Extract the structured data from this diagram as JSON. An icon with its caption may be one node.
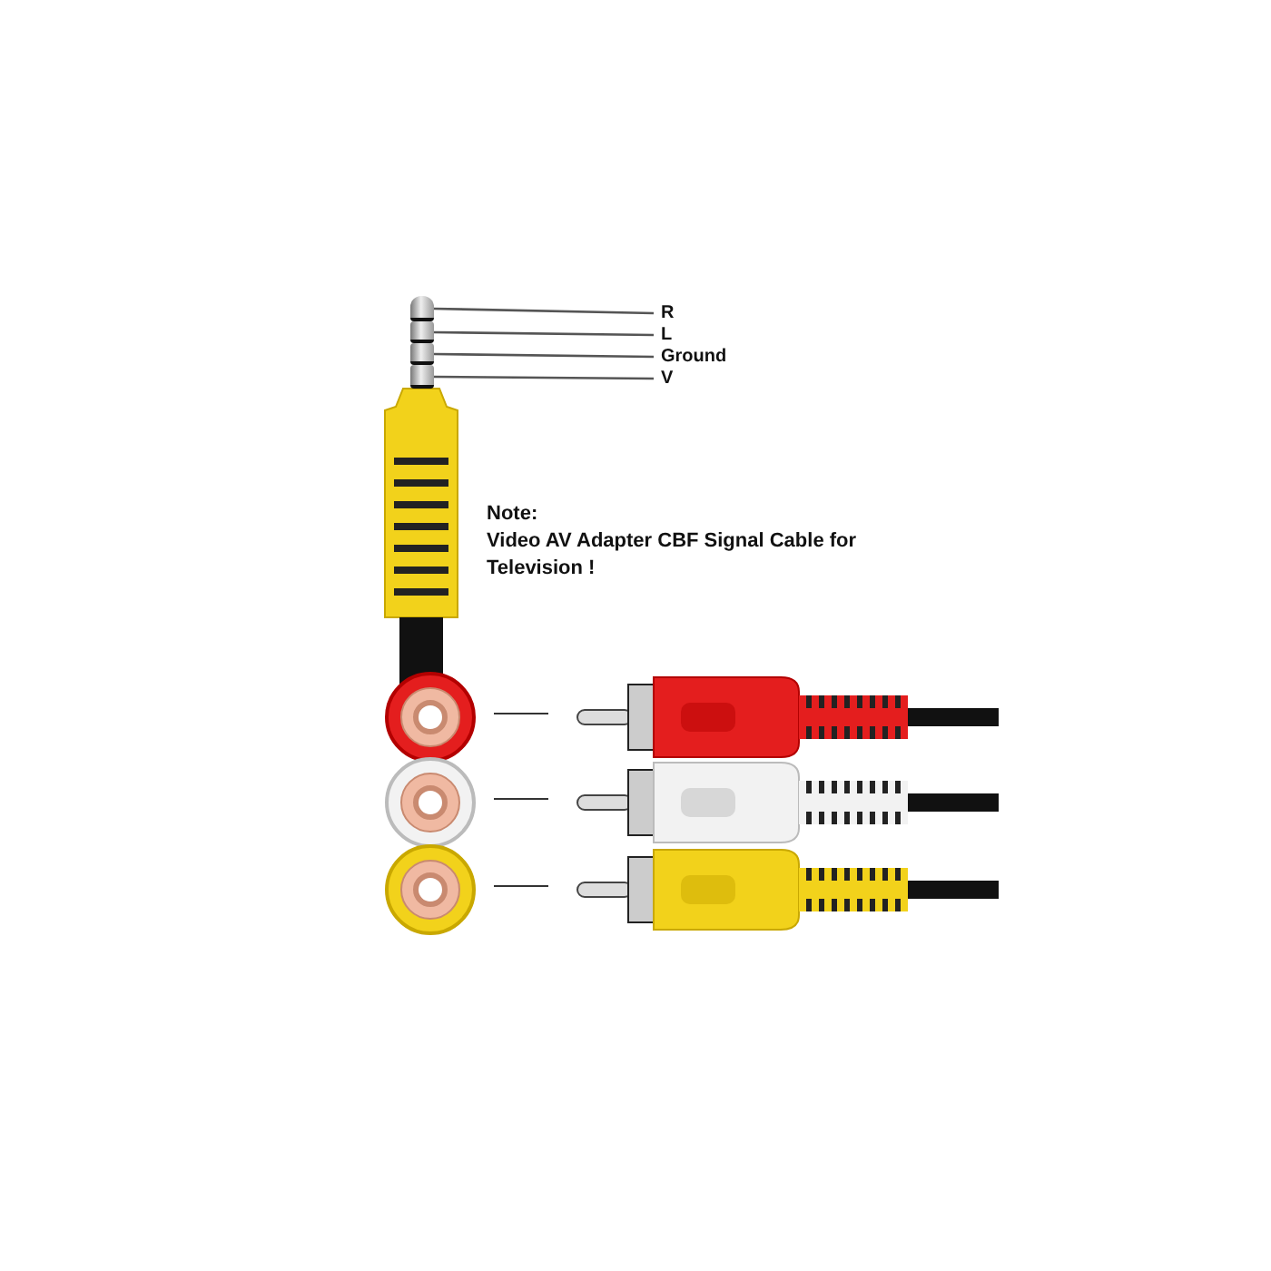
{
  "diagram": {
    "nodes": [
      {
        "text": [
          "R"
        ]
      },
      {
        "text": [
          "L"
        ]
      },
      {
        "text": [
          "Ground"
        ]
      },
      {
        "text": [
          "V"
        ]
      },
      {
        "text": [],
        "shape": "bar"
      },
      {
        "text": [],
        "shape": "bar"
      },
      {
        "text": [],
        "shape": "bar"
      },
      {
        "text": [],
        "shape": "bar"
      }
    ],
    "edges": [
      {
        "from": 0,
        "to": 4,
        "arrow": "none"
      },
      {
        "from": 1,
        "to": 5,
        "arrow": "none"
      },
      {
        "from": 2,
        "to": 6,
        "arrow": "none"
      },
      {
        "from": 3,
        "to": 7,
        "arrow": "none"
      }
    ],
    "labels": [
      "Note:",
      "Video AV Adapter CBF Signal Cable for Television !"
    ]
  }
}
